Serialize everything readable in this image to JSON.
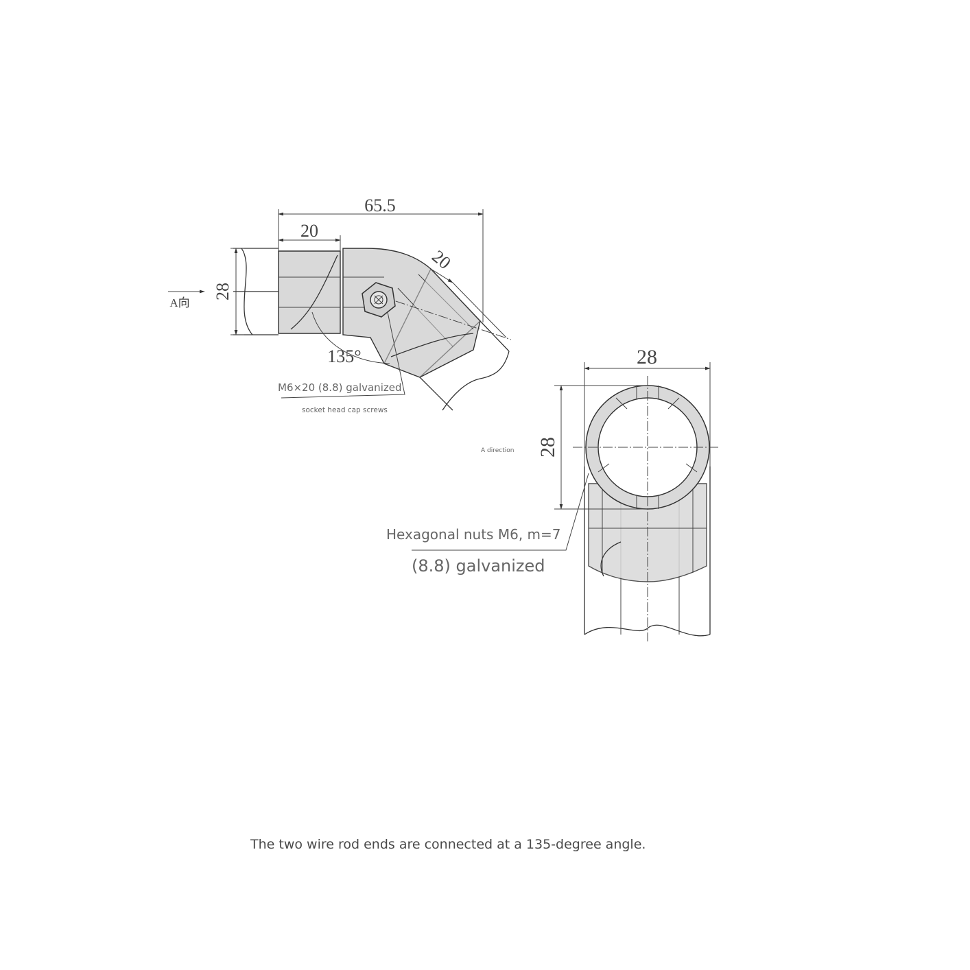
{
  "side_view": {
    "dim_overall": "65.5",
    "dim_socket_left": "20",
    "dim_socket_angled": "20",
    "dim_height": "28",
    "view_marker": "A向",
    "angle": "135°"
  },
  "end_view": {
    "dim_width": "28",
    "dim_height": "28"
  },
  "labels": {
    "screw_line1": "M6×20 (8.8) galvanized",
    "screw_line2": "socket head cap screws",
    "view_direction": "A direction",
    "nut_line1": "Hexagonal nuts M6, m=7",
    "nut_line2": "(8.8) galvanized"
  },
  "caption": "The two wire rod ends are connected at a 135-degree angle."
}
